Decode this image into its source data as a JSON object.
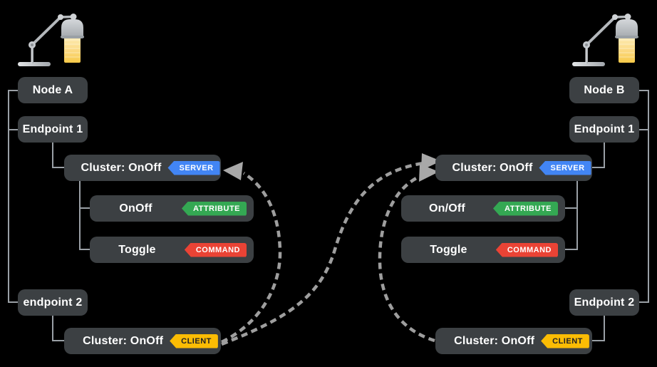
{
  "colors": {
    "background": "#000000",
    "box_bg": "#3c4043",
    "box_text": "#ffffff",
    "tree_line": "#9aa0a6",
    "dashed_arrow": "#9e9e9e",
    "server_badge": "#4285f4",
    "attribute_badge": "#34a853",
    "command_badge": "#ea4335",
    "client_badge": "#fbbc04",
    "client_badge_text": "#202124",
    "lamp_metal": "#b4b8bc",
    "lamp_light": "#fbd87e"
  },
  "left": {
    "node": "Node A",
    "endpoint1": "Endpoint 1",
    "cluster_server": "Cluster: OnOff",
    "server_badge": "SERVER",
    "attribute": "OnOff",
    "attribute_badge": "ATTRIBUTE",
    "command": "Toggle",
    "command_badge": "COMMAND",
    "endpoint2": "endpoint 2",
    "cluster_client": "Cluster: OnOff",
    "client_badge": "CLIENT"
  },
  "right": {
    "node": "Node B",
    "endpoint1": "Endpoint 1",
    "cluster_server": "Cluster: OnOff",
    "server_badge": "SERVER",
    "attribute": "On/Off",
    "attribute_badge": "ATTRIBUTE",
    "command": "Toggle",
    "command_badge": "COMMAND",
    "endpoint2": "Endpoint 2",
    "cluster_client": "Cluster: OnOff",
    "client_badge": "CLIENT"
  },
  "lamps": {
    "left": "desk-lamp-icon",
    "right": "desk-lamp-icon"
  },
  "connections": [
    {
      "from": "Node A / endpoint 2 / Cluster: OnOff CLIENT",
      "to": "Node A / Endpoint 1 / Cluster: OnOff SERVER",
      "style": "dashed-arrow"
    },
    {
      "from": "Node A / endpoint 2 / Cluster: OnOff CLIENT",
      "to": "Node B / Endpoint 1 / Cluster: OnOff SERVER",
      "style": "dashed-arrow"
    },
    {
      "from": "Node B / Endpoint 2 / Cluster: OnOff CLIENT",
      "to": "Node B / Endpoint 1 / Cluster: OnOff SERVER",
      "style": "dashed-arrow"
    }
  ]
}
